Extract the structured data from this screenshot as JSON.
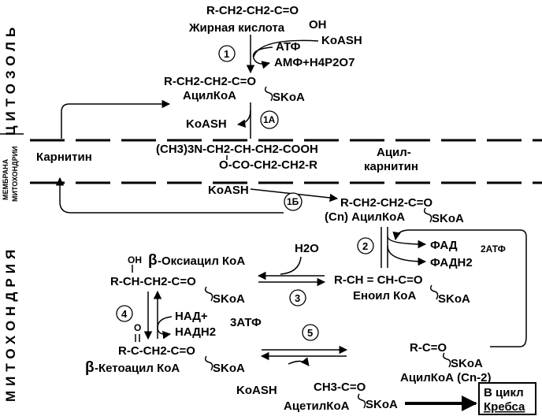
{
  "side_labels": {
    "cytosol": "ЦИТОЗОЛЬ",
    "mitochondria": "МИТОХОНДРИЯ",
    "membrane_line1": "МЕМБРАНА",
    "membrane_line2": "МИТОХОНДРИИ"
  },
  "cytosol": {
    "fatty_acid_formula": "R-CH2-CH2-C=O",
    "fatty_acid_oh": "OH",
    "fatty_acid_name": "Жирная кислота",
    "koash_in": "KoASH",
    "atp": "АТФ",
    "amp_ppi": "АМФ+Н4Р2О7",
    "step1": "1",
    "acylcoa_formula": "R-CH2-CH2-C=O",
    "acylcoa_name": "АцилКоА",
    "acylcoa_skoa": "SKoA",
    "koash_out": "KoASH",
    "step1a": "1А"
  },
  "membrane": {
    "carnitine": "Карнитин",
    "acylcarnitine_formula_line1": "(CH3)3N-CH2-CH-CH2-COOH",
    "acylcarnitine_formula_line2": "O-CO-CH2-CH2-R",
    "acylcarnitine_name_line1": "Ацил-",
    "acylcarnitine_name_line2": "карнитин",
    "koash": "KoASH",
    "step1b": "1Б"
  },
  "mitochondria": {
    "acylcoa_cn_formula": "R-CH2-CH2-C=O",
    "acylcoa_cn_name": "(Cn) АцилКоА",
    "acylcoa_cn_skoa": "SKoA",
    "step2": "2",
    "fad": "ФАД",
    "fadh2": "ФАДН2",
    "atp2": "2АТФ",
    "enoyl_formula": "R-CH = CH-C=O",
    "enoyl_name": "Еноил КоА",
    "enoyl_skoa": "SKoA",
    "step3": "3",
    "water": "H2O",
    "oh": "OH",
    "beta1": "β",
    "oxyacyl_name": "-Оксиацил КоА",
    "oxyacyl_formula": "R-CH-CH2-C=O",
    "oxyacyl_skoa": "SKoA",
    "step4": "4",
    "nad": "НАД+",
    "nadh2": "НАДН2",
    "atp3": "3АТФ",
    "keto_o": "O",
    "keto_formula": "R-C-CH2-C=O",
    "beta2": "β",
    "ketoacyl_name": "-Кетоацил КоА",
    "ketoacyl_skoa": "SKoA",
    "step5": "5",
    "koash": "KoASH",
    "acetyl_formula": "CH3-C=O",
    "acetyl_name": "АцетилКоА",
    "acetyl_skoa": "SKoA",
    "acylcoa_cn2_formula": "R-C=O",
    "acylcoa_cn2_skoa": "SKoA",
    "acylcoa_cn2_name": "АцилКоА (Cn-2)",
    "krebs_line1": "В цикл",
    "krebs_line2": "Кребса"
  }
}
